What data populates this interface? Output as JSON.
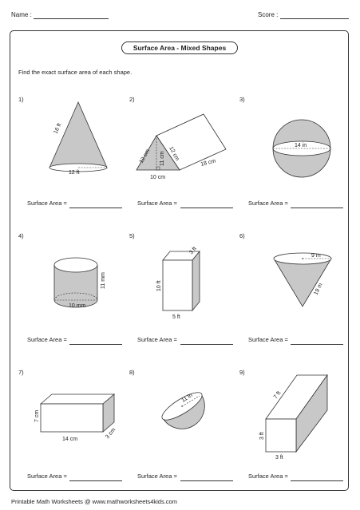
{
  "header": {
    "name_label": "Name :",
    "score_label": "Score :"
  },
  "title": "Surface Area - Mixed Shapes",
  "instruction": "Find the exact surface area of each shape.",
  "answer_label": "Surface Area =",
  "problems": [
    {
      "num": "1)",
      "labels": [
        "16 ft",
        "12 ft"
      ]
    },
    {
      "num": "2)",
      "labels": [
        "12 cm",
        "11 cm",
        "12 cm",
        "10 cm",
        "18 cm"
      ]
    },
    {
      "num": "3)",
      "labels": [
        "14 in"
      ]
    },
    {
      "num": "4)",
      "labels": [
        "11 mm",
        "10 mm"
      ]
    },
    {
      "num": "5)",
      "labels": [
        "3 ft",
        "10 ft",
        "5 ft"
      ]
    },
    {
      "num": "6)",
      "labels": [
        "9 m",
        "19 m"
      ]
    },
    {
      "num": "7)",
      "labels": [
        "7 cm",
        "14 cm",
        "3 cm"
      ]
    },
    {
      "num": "8)",
      "labels": [
        "11 in"
      ]
    },
    {
      "num": "9)",
      "labels": [
        "7 ft",
        "3 ft",
        "3 ft"
      ]
    }
  ],
  "footer": "Printable Math Worksheets @ www.mathworksheets4kids.com",
  "colors": {
    "shape_fill": "#c8c8c8",
    "face_fill": "#ffffff",
    "ink": "#333333"
  }
}
